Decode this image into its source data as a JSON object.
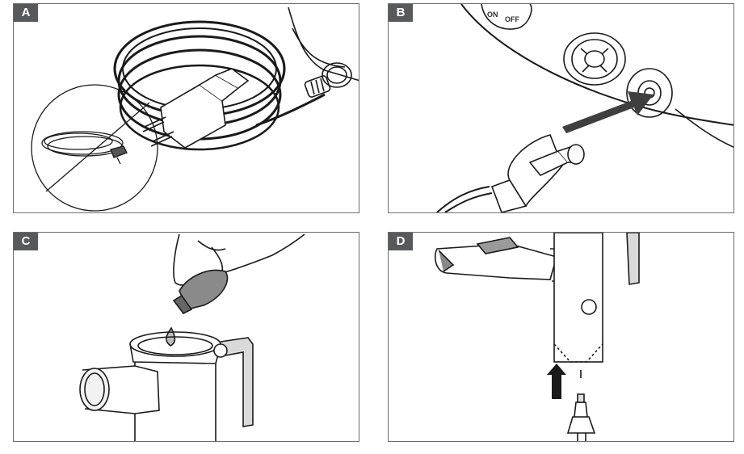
{
  "panels": [
    {
      "label": "A"
    },
    {
      "label": "B"
    },
    {
      "label": "C"
    },
    {
      "label": "D"
    }
  ],
  "device_switch": {
    "on": "ON",
    "off": "OFF"
  },
  "colors": {
    "line": "#1a1a1a",
    "label_bg": "#58595b",
    "arrow": "#3f3f3f"
  }
}
